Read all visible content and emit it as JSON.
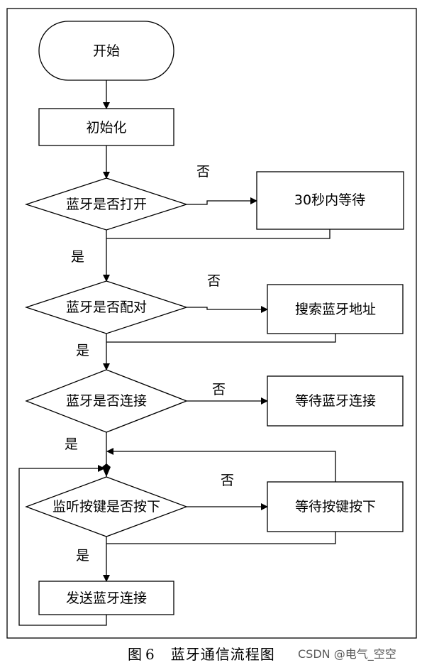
{
  "flowchart": {
    "start": {
      "label": "开始"
    },
    "init": {
      "label": "初始化"
    },
    "decision_open": {
      "label": "蓝牙是否打开",
      "no_label": "否",
      "yes_label": "是"
    },
    "wait_30s": {
      "label": "30秒内等待"
    },
    "decision_pair": {
      "label": "蓝牙是否配对",
      "no_label": "否",
      "yes_label": "是"
    },
    "search_address": {
      "label": "搜索蓝牙地址"
    },
    "decision_connect": {
      "label": "蓝牙是否连接",
      "no_label": "否",
      "yes_label": "是"
    },
    "wait_connect": {
      "label": "等待蓝牙连接"
    },
    "decision_key": {
      "label": "监听按键是否按下",
      "no_label": "否",
      "yes_label": "是"
    },
    "wait_key": {
      "label": "等待按键按下"
    },
    "send": {
      "label": "发送蓝牙连接"
    }
  },
  "caption": {
    "prefix": "图",
    "number": "6",
    "title": "蓝牙通信流程图"
  },
  "watermark": "CSDN @电气_空空",
  "colors": {
    "stroke": "#000000",
    "fill": "#ffffff",
    "watermark": "#5a5a5a"
  }
}
